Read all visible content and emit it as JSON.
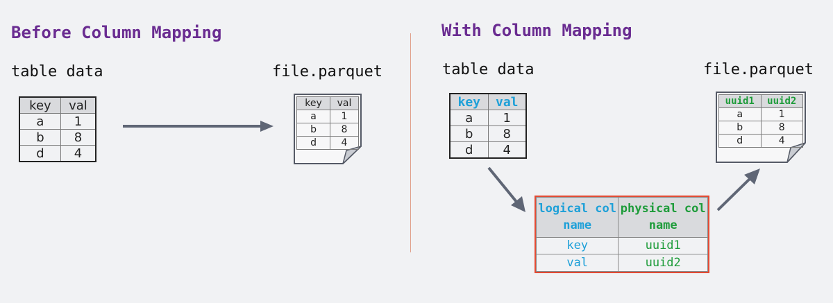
{
  "left": {
    "title": "Before Column Mapping",
    "table_label": "table data",
    "file_label": "file.parquet",
    "table": {
      "headers": [
        "key",
        "val"
      ],
      "rows": [
        [
          "a",
          "1"
        ],
        [
          "b",
          "8"
        ],
        [
          "d",
          "4"
        ]
      ]
    },
    "file": {
      "headers": [
        "key",
        "val"
      ],
      "rows": [
        [
          "a",
          "1"
        ],
        [
          "b",
          "8"
        ],
        [
          "d",
          "4"
        ]
      ]
    }
  },
  "right": {
    "title": "With Column Mapping",
    "table_label": "table data",
    "file_label": "file.parquet",
    "table": {
      "headers": [
        "key",
        "val"
      ],
      "rows": [
        [
          "a",
          "1"
        ],
        [
          "b",
          "8"
        ],
        [
          "d",
          "4"
        ]
      ]
    },
    "file": {
      "headers": [
        "uuid1",
        "uuid2"
      ],
      "rows": [
        [
          "a",
          "1"
        ],
        [
          "b",
          "8"
        ],
        [
          "d",
          "4"
        ]
      ]
    },
    "mapping": {
      "headers": [
        "logical col name",
        "physical col name"
      ],
      "rows": [
        [
          "key",
          "uuid1"
        ],
        [
          "val",
          "uuid2"
        ]
      ]
    }
  },
  "colors": {
    "heading": "#6a2c91",
    "logical": "#1ea0d8",
    "physical": "#1e9c3a",
    "mapping_border": "#e24a33",
    "arrow": "#5f6675",
    "divider": "#e0a08a"
  }
}
